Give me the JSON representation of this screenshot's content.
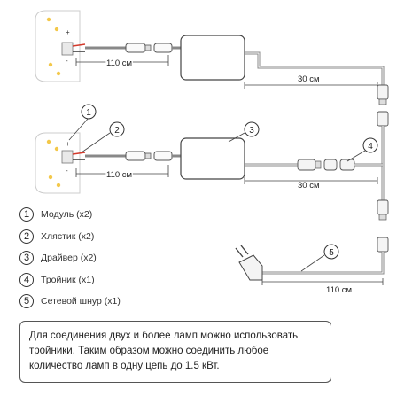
{
  "measurements": {
    "module1_cable": "110 см",
    "driver1_cable": "30 см",
    "module2_cable": "110 см",
    "driver2_cable": "30 см",
    "power_cord": "110 см"
  },
  "callouts": [
    "1",
    "2",
    "3",
    "4",
    "5"
  ],
  "legend": [
    {
      "num": "1",
      "label": "Модуль (х2)"
    },
    {
      "num": "2",
      "label": "Хлястик (х2)"
    },
    {
      "num": "3",
      "label": "Драйвер (х2)"
    },
    {
      "num": "4",
      "label": "Тройник (х1)"
    },
    {
      "num": "5",
      "label": "Сетевой шнур (х1)"
    }
  ],
  "note": {
    "line1": "Для соединения двух и более ламп можно использовать",
    "line2": "тройники. Таким образом можно соединить любое",
    "line3": "количество ламп в одну цепь до 1.5 кВт."
  },
  "colors": {
    "wire": "#888888",
    "red_wire": "#d33a2c",
    "outline": "#555555",
    "led": "#f3c84a"
  }
}
